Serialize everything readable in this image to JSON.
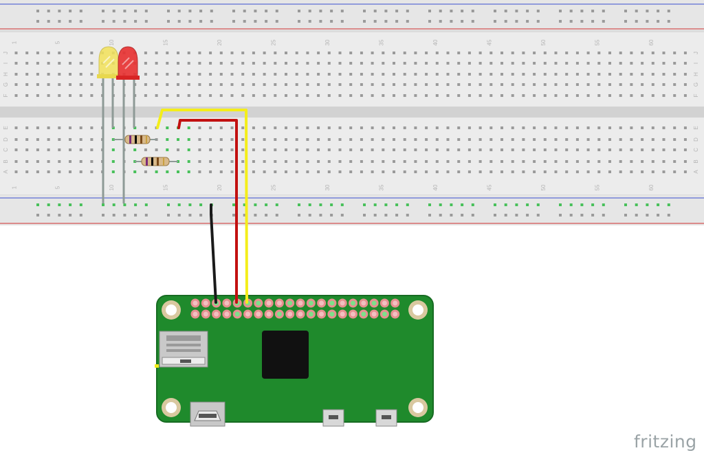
{
  "breadboard": {
    "column_labels": [
      "1",
      "5",
      "10",
      "15",
      "20",
      "25",
      "30",
      "35",
      "40",
      "45",
      "50",
      "55",
      "60"
    ],
    "column_numbers": [
      1,
      5,
      10,
      15,
      20,
      25,
      30,
      35,
      40,
      45,
      50,
      55,
      60
    ],
    "row_letters_top": [
      "J",
      "I",
      "H",
      "G",
      "F"
    ],
    "row_letters_bottom": [
      "E",
      "D",
      "C",
      "B",
      "A"
    ]
  },
  "components": {
    "leds": [
      {
        "name": "yellow-led",
        "color": "#f2e25a"
      },
      {
        "name": "red-led",
        "color": "#e83030"
      }
    ],
    "resistors": [
      {
        "name": "resistor-1"
      },
      {
        "name": "resistor-2"
      }
    ],
    "wires": [
      {
        "name": "black-wire",
        "color": "#1a1a1a"
      },
      {
        "name": "red-wire",
        "color": "#c21010"
      },
      {
        "name": "yellow-wire",
        "color": "#f4ee1a"
      }
    ]
  },
  "board": {
    "name": "raspberry-pi-zero",
    "pcb_color": "#1f8a2c",
    "header_pins_per_row": 20
  },
  "brand": {
    "text": "fritzing"
  },
  "colors": {
    "rail_blue": "#3b4fd0",
    "rail_red": "#d03030",
    "hole": "#9a9a9a",
    "hole_active": "#48c05a"
  }
}
